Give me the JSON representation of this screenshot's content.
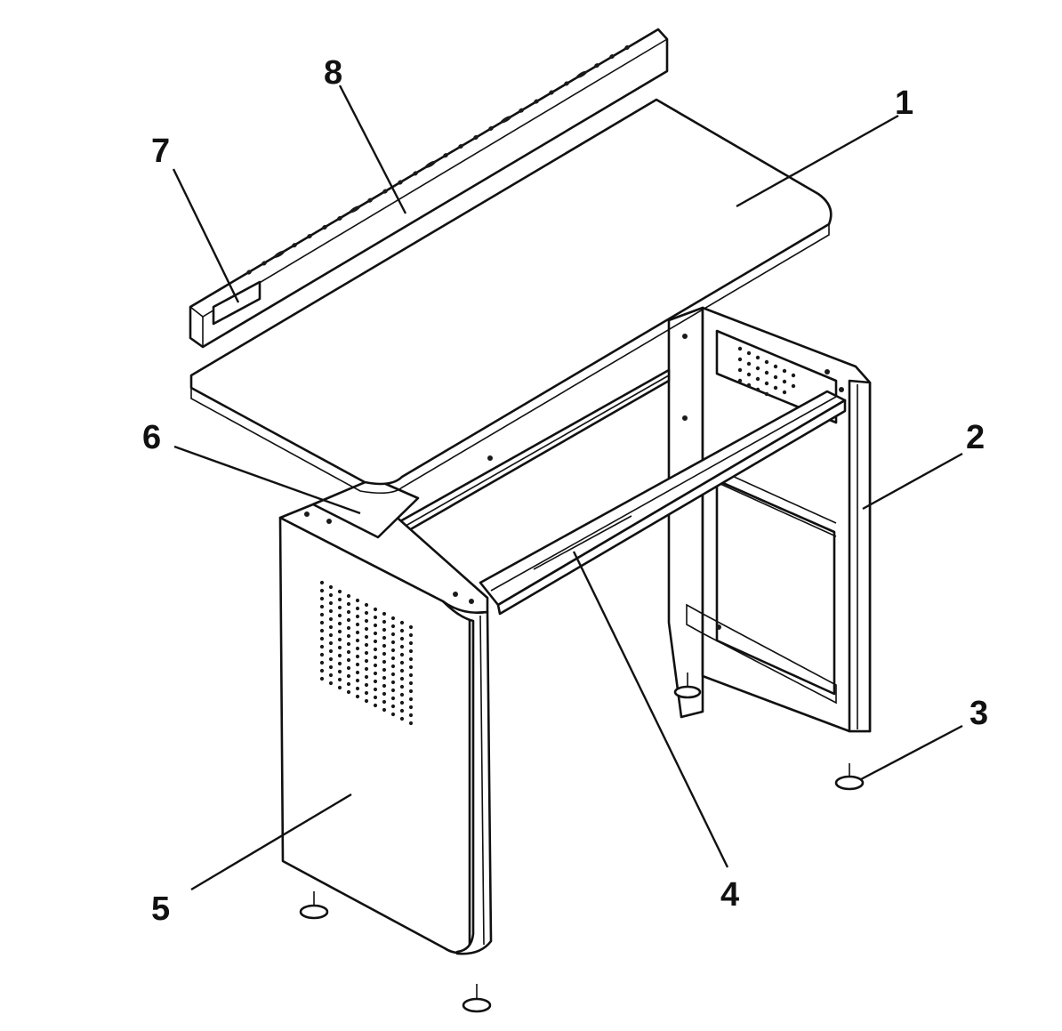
{
  "callouts": [
    {
      "label": "1",
      "part": "worktop"
    },
    {
      "label": "2",
      "part": "right-leg-frame"
    },
    {
      "label": "3",
      "part": "leveling-foot"
    },
    {
      "label": "4",
      "part": "cross-beam"
    },
    {
      "label": "5",
      "part": "left-cabinet-panel"
    },
    {
      "label": "6",
      "part": "top-bracket"
    },
    {
      "label": "7",
      "part": "rail-end-slot"
    },
    {
      "label": "8",
      "part": "perforated-rail"
    }
  ],
  "colors": {
    "line": "#111111",
    "fill": "#ffffff"
  }
}
